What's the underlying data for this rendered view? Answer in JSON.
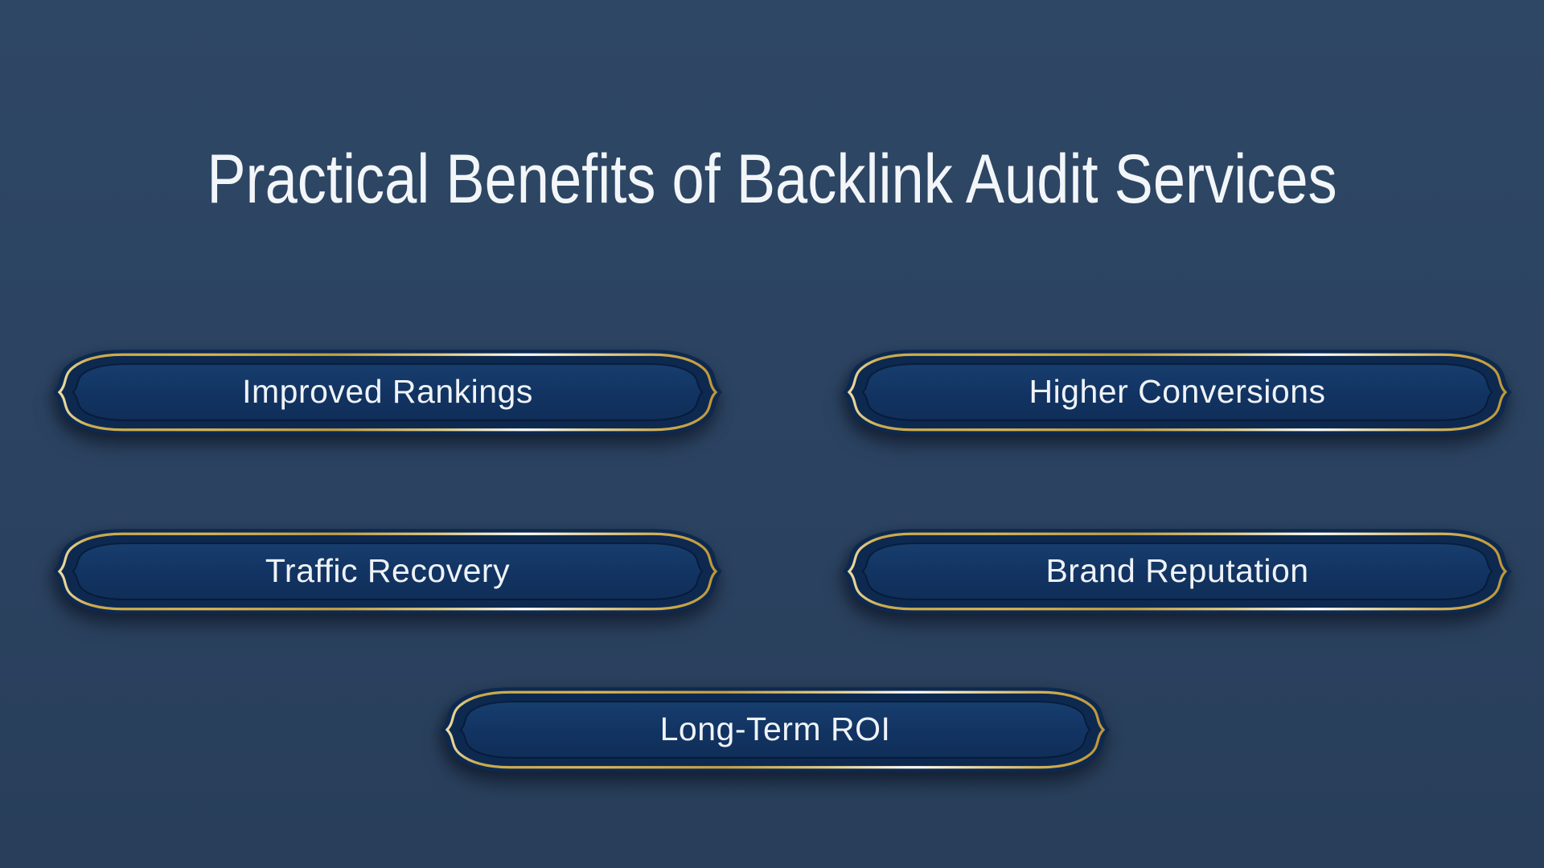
{
  "title": "Practical Benefits of Backlink Audit Services",
  "banners": [
    {
      "label": "Improved Rankings"
    },
    {
      "label": "Higher Conversions"
    },
    {
      "label": "Traffic Recovery"
    },
    {
      "label": "Brand Reputation"
    },
    {
      "label": "Long-Term ROI"
    }
  ],
  "colors": {
    "background": "#2b4361",
    "banner_outer": "#0d2950",
    "banner_fill": "#123566",
    "gold": "#c9a44a",
    "gold_highlight": "#fffef8",
    "text": "#f3f6f9"
  }
}
